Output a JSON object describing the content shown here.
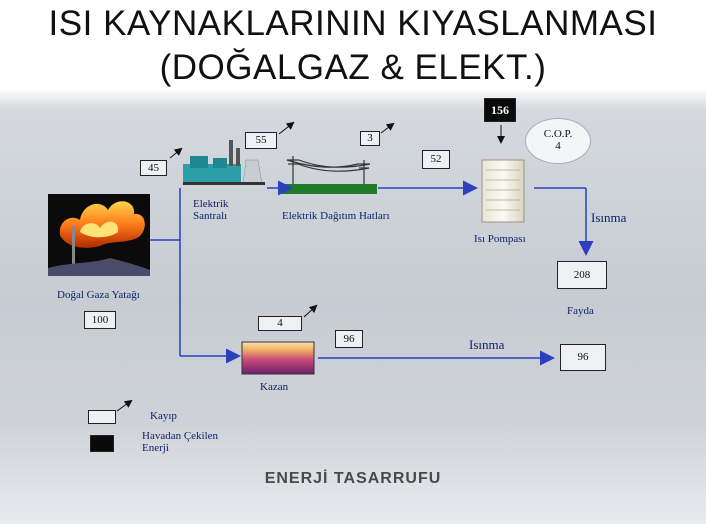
{
  "title": {
    "line1": "ISI KAYNAKLARININ KIYASLANMASI",
    "line2": "(DOĞALGAZ & ELEKT.)"
  },
  "footer": "ENERJİ TASARRUFU",
  "nodes": {
    "gas_field": {
      "label": "Doğal Gaza Yatağı",
      "value": "100"
    },
    "power_plant": {
      "label_line1": "Elektrik",
      "label_line2": "Santralı",
      "loss": "55"
    },
    "grid": {
      "label": "Elektrik Dağıtım Hatları",
      "loss": "3"
    },
    "heat_pump": {
      "label": "Isı Pompası",
      "air_input": "156"
    },
    "cop": {
      "line1": "C.O.P.",
      "line2": "4"
    },
    "boiler": {
      "label": "Kazan",
      "loss": "4"
    }
  },
  "flows": {
    "to_plant": "45",
    "to_heat_pump": "52",
    "boiler_out": "96"
  },
  "heating_label_top": "Isınma",
  "heating_label_bottom": "Isınma",
  "results": {
    "heat_pump_result": "208",
    "boiler_result": "96",
    "benefit_label": "Fayda"
  },
  "legend": {
    "loss_label": "Kayıp",
    "air_label_line1": "Havadan Çekilen",
    "air_label_line2": "Enerji"
  },
  "colors": {
    "flow_arrow": "#2b3fbf",
    "label_text": "#102266"
  }
}
